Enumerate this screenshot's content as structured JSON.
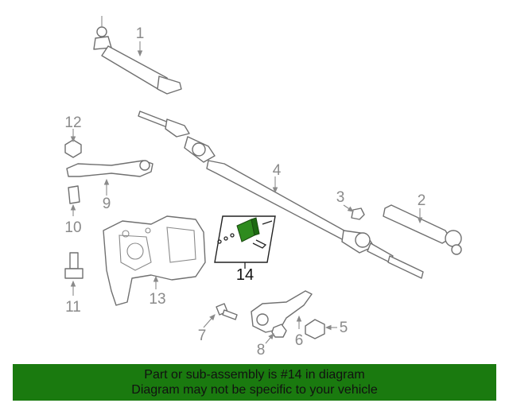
{
  "callouts": [
    "1",
    "2",
    "3",
    "4",
    "5",
    "6",
    "7",
    "8",
    "9",
    "10",
    "11",
    "12",
    "13",
    "14"
  ],
  "highlight_color": "#2e8b1e",
  "banner": {
    "line1": "Part or sub-assembly is #14 in diagram",
    "line2": "Diagram may not be specific to your vehicle",
    "color": "#1a7a0f"
  }
}
